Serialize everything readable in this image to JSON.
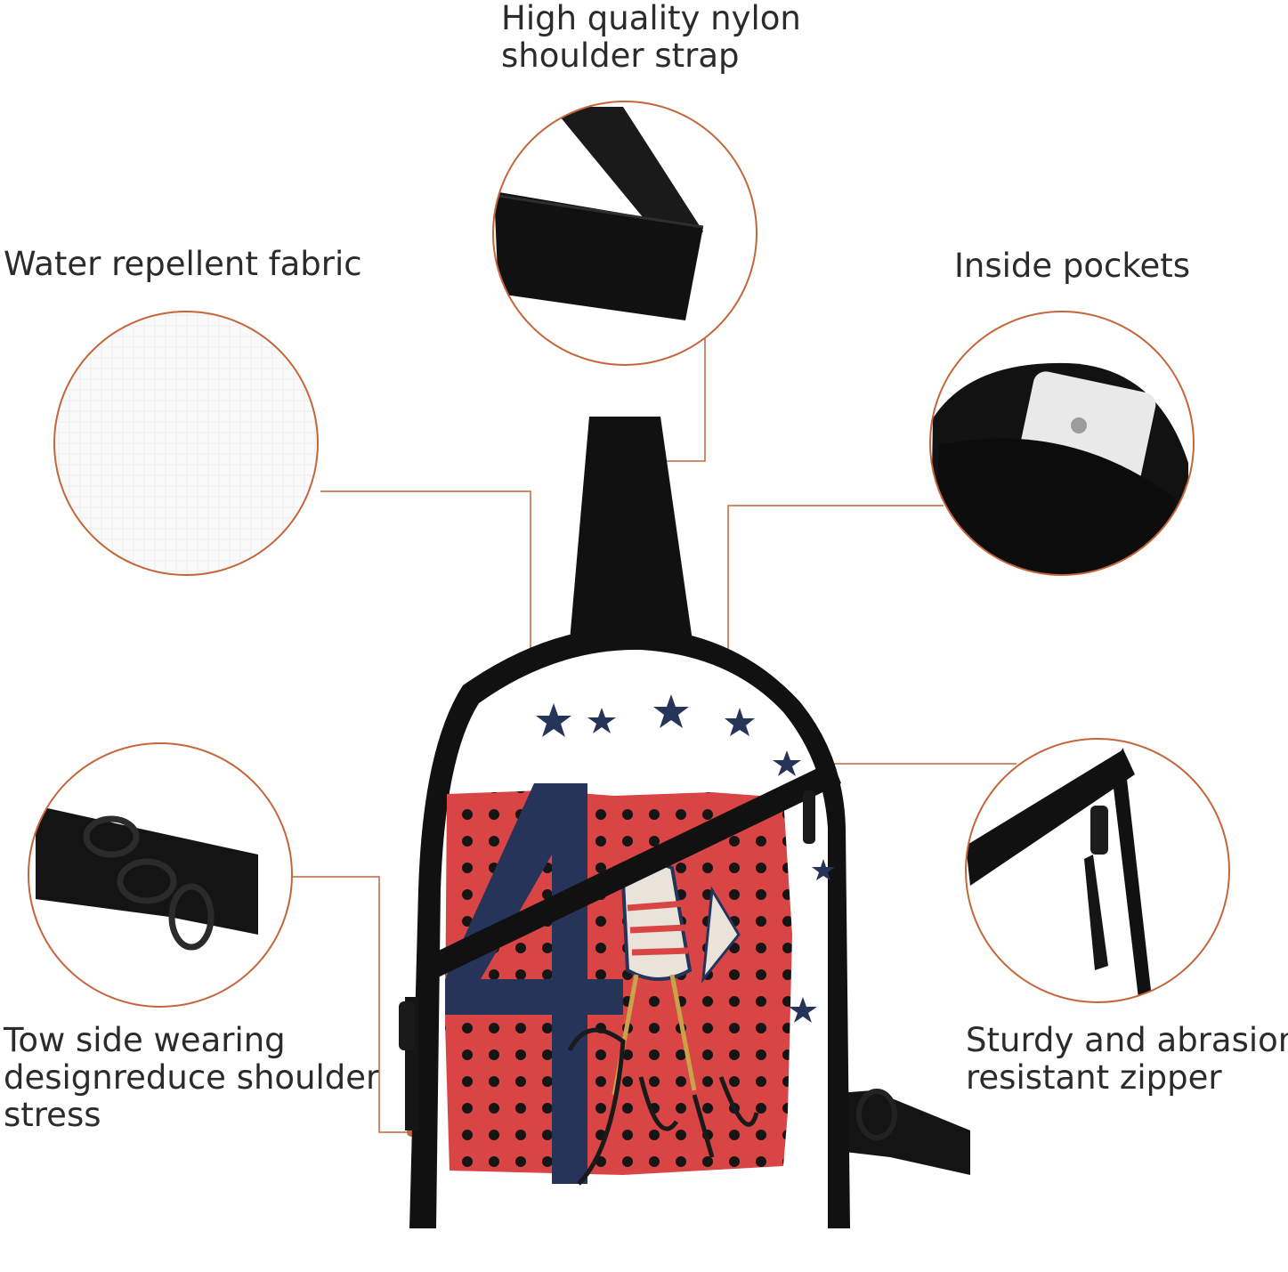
{
  "features": {
    "strap": {
      "line1": "High quality nylon",
      "line2": "shoulder strap"
    },
    "fabric": {
      "text": "Water repellent fabric"
    },
    "pockets": {
      "text": "Inside pockets"
    },
    "wearing": {
      "line1": "Tow side wearing",
      "line2": "designreduce shoulder",
      "line3": "stress"
    },
    "zipper": {
      "line1": "Sturdy and abrasion",
      "line2": "resistant zipper"
    }
  },
  "colors": {
    "callout_ring": "#c4663a",
    "leader_line": "#c4663a",
    "bag_black": "#111111",
    "print_red": "#d94545",
    "print_navy": "#26345a"
  }
}
